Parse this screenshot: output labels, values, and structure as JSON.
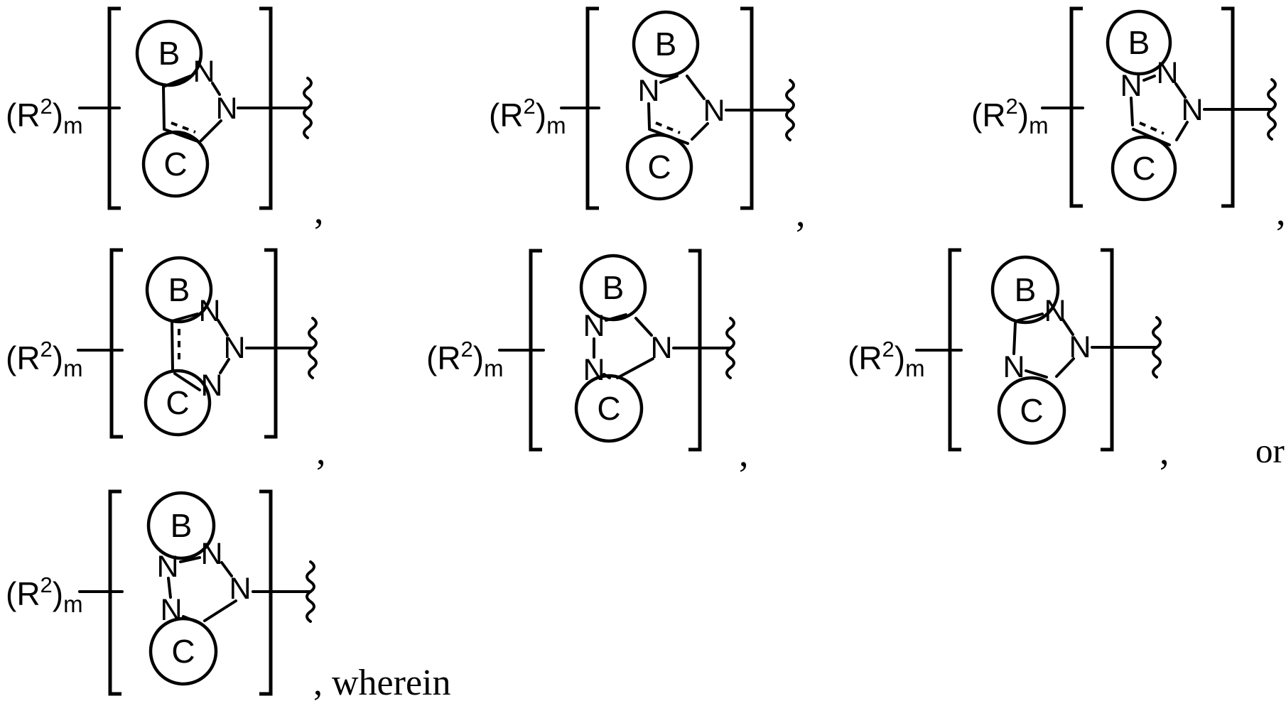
{
  "figure": {
    "kind": "patent chemical structure alternatives (Markush formulas)",
    "background_color": "#ffffff",
    "ink_color": "#000000",
    "r_group": {
      "prefix": "(R",
      "superscript": "2",
      "suffix": ")",
      "subscript": "m"
    },
    "atom_labels": {
      "nitrogen": "N",
      "ring_b": "B",
      "ring_c": "C"
    },
    "connector_or": "or",
    "structures": [
      {
        "id": "structure-1",
        "position": "row 1 left",
        "core": "fused pyrazole",
        "nitrogens": [
          "top",
          "right (attachment)"
        ],
        "double_bond": "dashed, bottom edge",
        "fused_rings": [
          "B top",
          "C bottom"
        ],
        "suffix": ","
      },
      {
        "id": "structure-2",
        "position": "row 1 middle",
        "core": "fused imidazole",
        "nitrogens": [
          "left",
          "right (attachment)"
        ],
        "double_bond": "dashed, bottom edge",
        "fused_rings": [
          "B top",
          "C bottom"
        ],
        "suffix": ","
      },
      {
        "id": "structure-3",
        "position": "row 1 right",
        "core": "fused 1,2,3-triazole",
        "nitrogens": [
          "left",
          "top",
          "right (attachment)"
        ],
        "double_bond": "dashed, bottom edge",
        "fused_rings": [
          "B top",
          "C bottom"
        ],
        "suffix": ","
      },
      {
        "id": "structure-4",
        "position": "row 2 left",
        "core": "fused 2H-1,2,3-triazole",
        "nitrogens": [
          "top-right",
          "right (attachment)",
          "bottom-right"
        ],
        "double_bond": "dashed, left edge",
        "fused_rings": [
          "B top",
          "C bottom"
        ],
        "suffix": ","
      },
      {
        "id": "structure-5",
        "position": "row 2 middle",
        "core": "fused 1,2,4-triazolidine",
        "nitrogens": [
          "top-left",
          "bottom-left",
          "right (attachment)"
        ],
        "double_bond": "none",
        "fused_rings": [
          "B top",
          "C bottom"
        ],
        "suffix": ","
      },
      {
        "id": "structure-6",
        "position": "row 2 right",
        "core": "fused 1,2,4-triazolidine",
        "nitrogens": [
          "top",
          "right (attachment)",
          "bottom-left"
        ],
        "double_bond": "none",
        "fused_rings": [
          "B top",
          "C bottom"
        ],
        "suffix": ","
      },
      {
        "id": "structure-7",
        "position": "row 3 left",
        "core": "fused tetrazolidine",
        "nitrogens": [
          "top-left",
          "top",
          "right (attachment)",
          "bottom-left"
        ],
        "double_bond": "none",
        "fused_rings": [
          "B top",
          "C bottom"
        ],
        "suffix": ", wherein"
      }
    ]
  }
}
